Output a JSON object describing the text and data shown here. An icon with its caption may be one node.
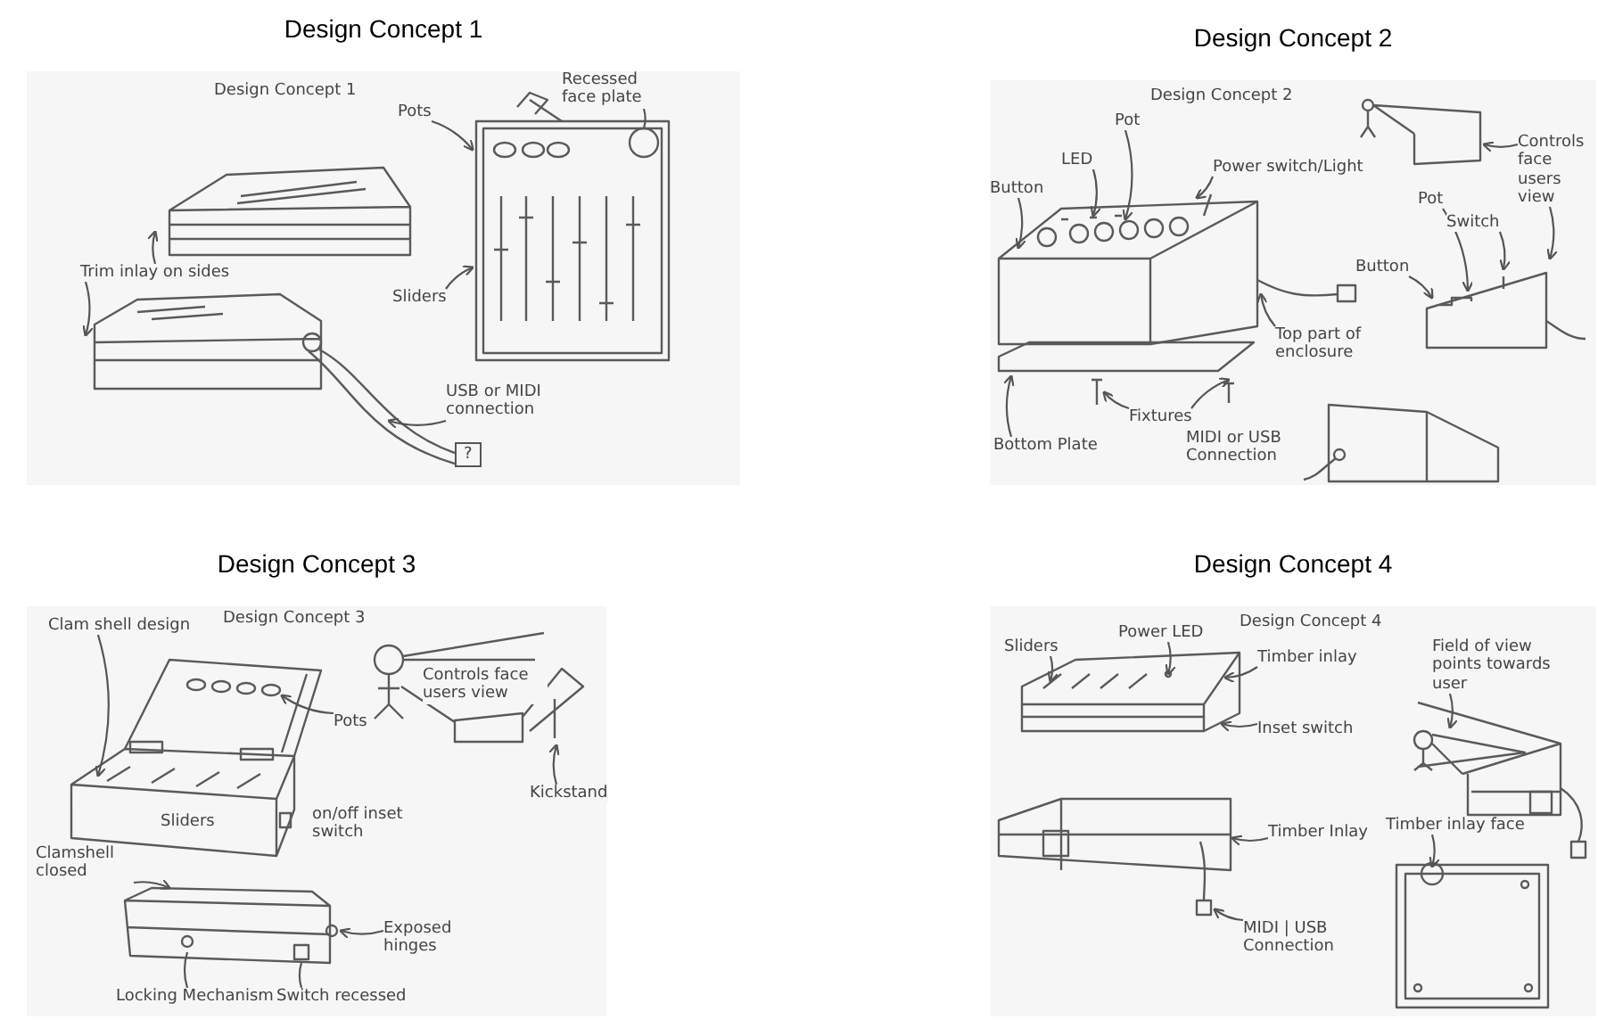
{
  "diagram": {
    "nodes": [
      {
        "text": [
          "Design Concept 1",
          "Design Concept 1"
        ]
      },
      {
        "text": [
          "Pots"
        ],
        "in": 0
      },
      {
        "text": [
          "Recessed face plate"
        ],
        "in": 0
      },
      {
        "text": [
          "Trim inlay on sides"
        ],
        "in": 0
      },
      {
        "text": [
          "Sliders"
        ],
        "in": 0
      },
      {
        "text": [
          "USB or MIDI connection"
        ],
        "in": 0
      },
      {
        "text": [
          "?"
        ],
        "in": 0
      },
      {
        "text": [
          "Design Concept 2",
          "Design Concept 2"
        ]
      },
      {
        "text": [
          "Pot"
        ],
        "in": 7
      },
      {
        "text": [
          "LED"
        ],
        "in": 7
      },
      {
        "text": [
          "Button"
        ],
        "in": 7
      },
      {
        "text": [
          "Power switch/Light"
        ],
        "in": 7
      },
      {
        "text": [
          "Top part of enclosure"
        ],
        "in": 7
      },
      {
        "text": [
          "Bottom Plate"
        ],
        "in": 7
      },
      {
        "text": [
          "Fixtures"
        ],
        "in": 7
      },
      {
        "text": [
          "Controls face users view"
        ],
        "in": 7
      },
      {
        "text": [
          "Pot"
        ],
        "in": 7
      },
      {
        "text": [
          "Switch"
        ],
        "in": 7
      },
      {
        "text": [
          "Button"
        ],
        "in": 7
      },
      {
        "text": [
          "MIDI or USB Connection"
        ],
        "in": 7
      },
      {
        "text": [
          "Design Concept 3",
          "Design Concept 3"
        ]
      },
      {
        "text": [
          "Clam shell design"
        ],
        "in": 20
      },
      {
        "text": [
          "Pots"
        ],
        "in": 20
      },
      {
        "text": [
          "Sliders"
        ],
        "in": 20
      },
      {
        "text": [
          "on/off inset switch"
        ],
        "in": 20
      },
      {
        "text": [
          "Controls face users view"
        ],
        "in": 20
      },
      {
        "text": [
          "Kickstand"
        ],
        "in": 20
      },
      {
        "text": [
          "Clamshell closed"
        ],
        "in": 20
      },
      {
        "text": [
          "Exposed hinges"
        ],
        "in": 20
      },
      {
        "text": [
          "Locking Mechanism"
        ],
        "in": 20
      },
      {
        "text": [
          "Switch recessed"
        ],
        "in": 20
      },
      {
        "text": [
          "Design Concept 4",
          "Design Concept 4"
        ]
      },
      {
        "text": [
          "Sliders"
        ],
        "in": 31
      },
      {
        "text": [
          "Power LED"
        ],
        "in": 31
      },
      {
        "text": [
          "Timber inlay"
        ],
        "in": 31
      },
      {
        "text": [
          "Inset switch"
        ],
        "in": 31
      },
      {
        "text": [
          "Field of view points towards user"
        ],
        "in": 31
      },
      {
        "text": [
          "Timber Inlay"
        ],
        "in": 31
      },
      {
        "text": [
          "MIDI | USB Connection"
        ],
        "in": 31
      },
      {
        "text": [
          "Timber inlay face"
        ],
        "in": 31
      }
    ],
    "edges": [
      {
        "from": 1,
        "to": null,
        "arrow": "to"
      },
      {
        "from": 2,
        "to": null,
        "arrow": "none"
      },
      {
        "from": 3,
        "to": null,
        "arrow": "to"
      },
      {
        "from": 3,
        "to": null,
        "arrow": "to"
      },
      {
        "from": 4,
        "to": null,
        "arrow": "to"
      },
      {
        "from": 5,
        "to": null,
        "arrow": "to"
      },
      {
        "from": 8,
        "to": null,
        "arrow": "to"
      },
      {
        "from": 9,
        "to": null,
        "arrow": "to"
      },
      {
        "from": 10,
        "to": null,
        "arrow": "to"
      },
      {
        "from": 11,
        "to": null,
        "arrow": "to"
      },
      {
        "from": 12,
        "to": null,
        "arrow": "to"
      },
      {
        "from": 13,
        "to": null,
        "arrow": "to"
      },
      {
        "from": 14,
        "to": null,
        "arrow": "to"
      },
      {
        "from": 14,
        "to": null,
        "arrow": "to"
      },
      {
        "from": 15,
        "to": null,
        "arrow": "to"
      },
      {
        "from": 15,
        "to": null,
        "arrow": "to"
      },
      {
        "from": 16,
        "to": null,
        "arrow": "to"
      },
      {
        "from": 17,
        "to": null,
        "arrow": "to"
      },
      {
        "from": 18,
        "to": null,
        "arrow": "to"
      },
      {
        "from": 21,
        "to": null,
        "arrow": "to"
      },
      {
        "from": 22,
        "to": null,
        "arrow": "to"
      },
      {
        "from": 26,
        "to": null,
        "arrow": "to"
      },
      {
        "from": 27,
        "to": null,
        "arrow": "to"
      },
      {
        "from": 28,
        "to": null,
        "arrow": "to"
      },
      {
        "from": 29,
        "to": null,
        "arrow": "none"
      },
      {
        "from": 30,
        "to": null,
        "arrow": "none"
      },
      {
        "from": 32,
        "to": null,
        "arrow": "to"
      },
      {
        "from": 33,
        "to": null,
        "arrow": "to"
      },
      {
        "from": 34,
        "to": null,
        "arrow": "to"
      },
      {
        "from": 35,
        "to": null,
        "arrow": "to"
      },
      {
        "from": 36,
        "to": null,
        "arrow": "to"
      },
      {
        "from": 37,
        "to": null,
        "arrow": "to"
      },
      {
        "from": 38,
        "to": null,
        "arrow": "to"
      },
      {
        "from": 39,
        "to": null,
        "arrow": "to"
      }
    ]
  }
}
